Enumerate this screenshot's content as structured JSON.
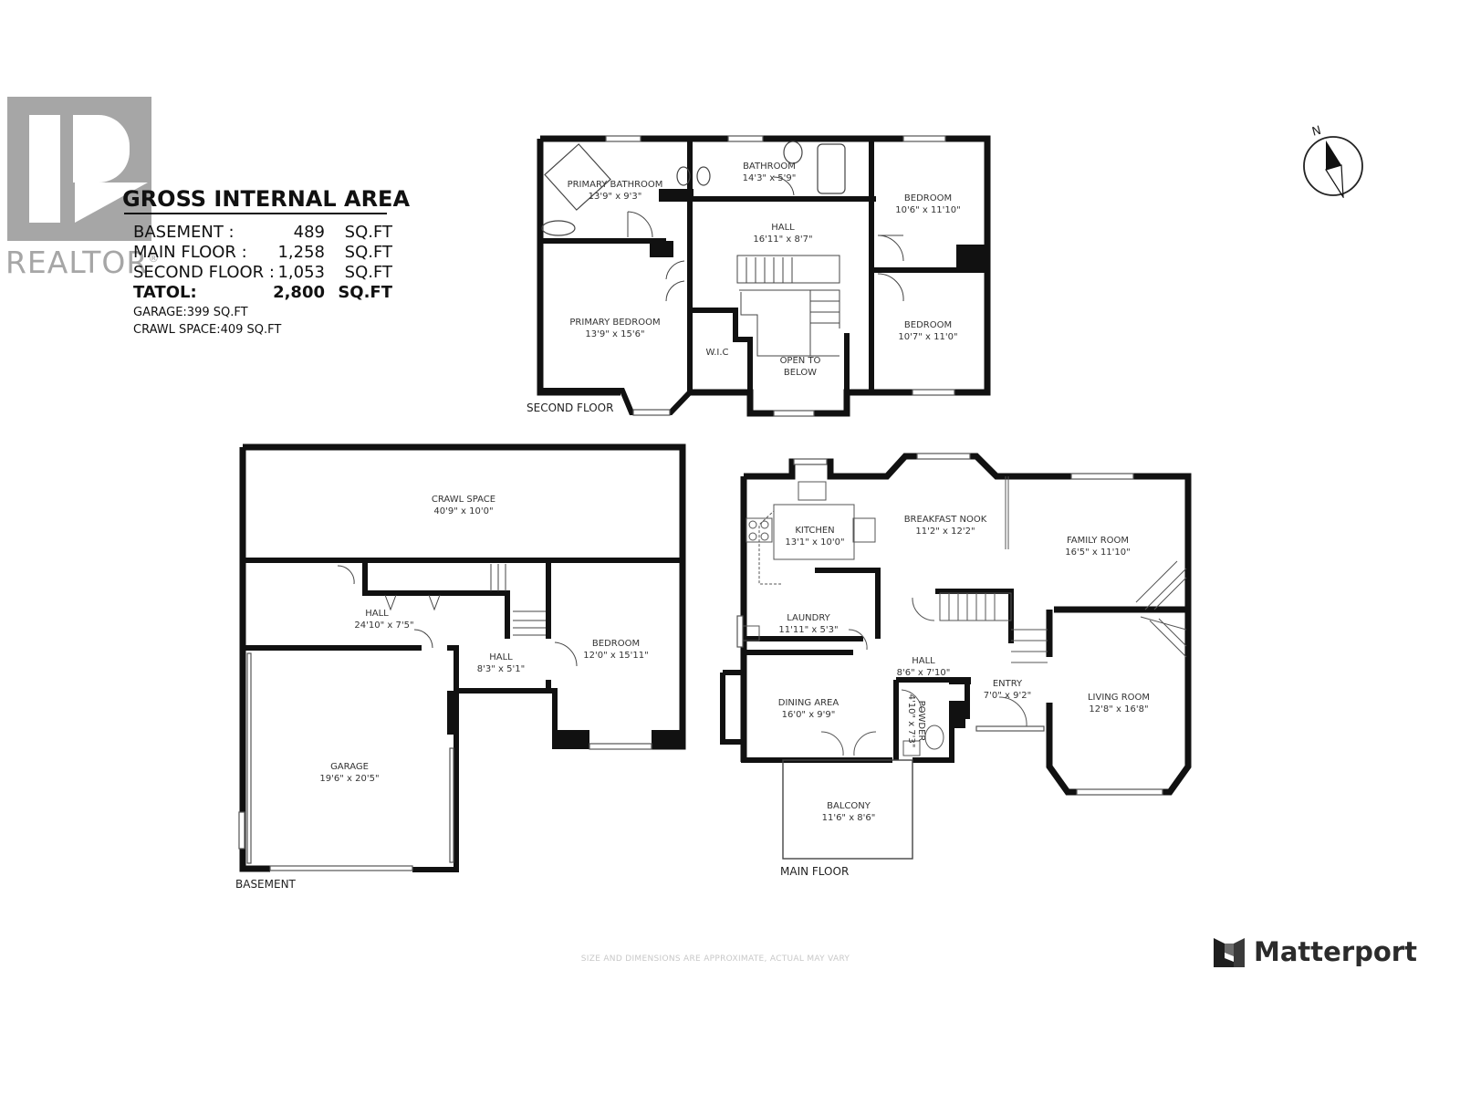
{
  "watermark": {
    "brand": "REALTOR",
    "registered_mark": "®"
  },
  "area_summary": {
    "title": "GROSS INTERNAL AREA",
    "rows": [
      {
        "label": "BASEMENT :",
        "value": "489",
        "unit": "SQ.FT"
      },
      {
        "label": "MAIN FLOOR :",
        "value": "1,258",
        "unit": "SQ.FT"
      },
      {
        "label": "SECOND FLOOR :",
        "value": "1,053",
        "unit": "SQ.FT"
      },
      {
        "label": "TATOL:",
        "value": "2,800",
        "unit": "SQ.FT"
      }
    ],
    "extras": [
      "GARAGE:399 SQ.FT",
      "CRAWL SPACE:409 SQ.FT"
    ]
  },
  "compass": {
    "label": "N",
    "icon": "north-arrow-icon"
  },
  "floors": {
    "second": {
      "label": "SECOND FLOOR",
      "rooms": [
        {
          "name": "PRIMARY BATHROOM",
          "dims": "13'9\" x 9'3\""
        },
        {
          "name": "BATHROOM",
          "dims": "14'3\" x 5'9\""
        },
        {
          "name": "BEDROOM",
          "dims": "10'6\" x 11'10\""
        },
        {
          "name": "HALL",
          "dims": "16'11\" x 8'7\""
        },
        {
          "name": "PRIMARY BEDROOM",
          "dims": "13'9\" x 15'6\""
        },
        {
          "name": "W.I.C",
          "dims": ""
        },
        {
          "name": "OPEN TO",
          "dims": "BELOW"
        },
        {
          "name": "BEDROOM",
          "dims": "10'7\" x 11'0\""
        }
      ]
    },
    "basement": {
      "label": "BASEMENT",
      "rooms": [
        {
          "name": "CRAWL SPACE",
          "dims": "40'9\" x 10'0\""
        },
        {
          "name": "HALL",
          "dims": "24'10\" x 7'5\""
        },
        {
          "name": "HALL",
          "dims": "8'3\" x 5'1\""
        },
        {
          "name": "BEDROOM",
          "dims": "12'0\" x 15'11\""
        },
        {
          "name": "GARAGE",
          "dims": "19'6\" x 20'5\""
        }
      ]
    },
    "main": {
      "label": "MAIN FLOOR",
      "rooms": [
        {
          "name": "KITCHEN",
          "dims": "13'1\" x 10'0\""
        },
        {
          "name": "BREAKFAST NOOK",
          "dims": "11'2\" x 12'2\""
        },
        {
          "name": "FAMILY ROOM",
          "dims": "16'5\" x 11'10\""
        },
        {
          "name": "LAUNDRY",
          "dims": "11'11\" x 5'3\""
        },
        {
          "name": "HALL",
          "dims": "8'6\" x 7'10\""
        },
        {
          "name": "DINING AREA",
          "dims": "16'0\" x 9'9\""
        },
        {
          "name": "POWDER",
          "dims": "4'10\" x 7'3\""
        },
        {
          "name": "ENTRY",
          "dims": "7'0\" x 9'2\""
        },
        {
          "name": "LIVING ROOM",
          "dims": "12'8\" x 16'8\""
        },
        {
          "name": "BALCONY",
          "dims": "11'6\" x 8'6\""
        }
      ]
    }
  },
  "footer": {
    "disclaimer": "SIZE AND DIMENSIONS ARE APPROXIMATE, ACTUAL MAY VARY",
    "brand": "Matterport"
  },
  "colors": {
    "wall": "#111111",
    "watermark": "#a6a6a6",
    "thin_line": "#555555"
  }
}
